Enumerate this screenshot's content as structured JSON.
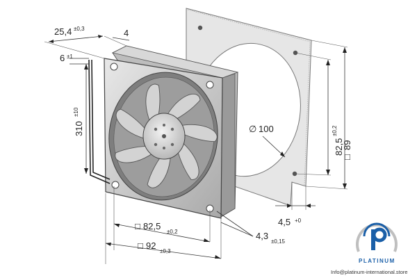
{
  "dimensions": {
    "depth": {
      "value": "25,4",
      "tol": "±0,3"
    },
    "flange": {
      "value": "4"
    },
    "lead_offset": {
      "value": "6",
      "tol": "±1"
    },
    "lead_length": {
      "value": "310",
      "tol": "±10"
    },
    "hole_spacing": {
      "value": "82,5",
      "tol": "±0,2"
    },
    "outer": {
      "value": "92",
      "tol": "±0,3"
    },
    "hole_diameter": {
      "value": "4,3",
      "tol": "±0,15"
    },
    "guard_diameter": {
      "value": "100"
    },
    "guard_hole_spacing": {
      "value": "82,5",
      "tol": "±0,2"
    },
    "guard_outer": {
      "value": "89"
    },
    "guard_gap": {
      "value": "4,5",
      "tol": "+0"
    }
  },
  "symbols": {
    "square": "□",
    "diameter": "∅"
  },
  "watermark": {
    "logo_letter": "P",
    "brand": "PLATINUM",
    "site": "Info@platinum-international.store"
  },
  "colors": {
    "frame": "#cfcfcf",
    "frame_dark": "#8f8f8f",
    "blade": "#c8c8c8",
    "gasket": "#e4e4e4",
    "brand": "#1a5fa8"
  }
}
